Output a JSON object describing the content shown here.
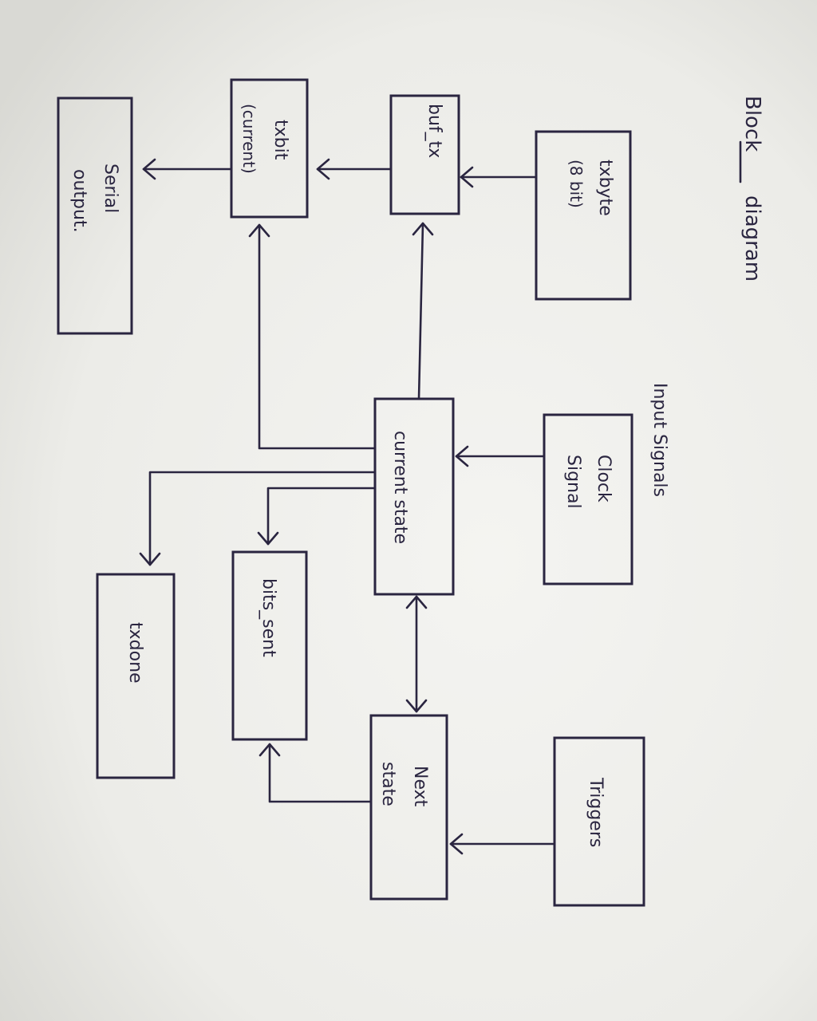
{
  "title": {
    "word1": "Block",
    "word2": "diagram"
  },
  "input_group_label": "Input Signals",
  "blocks": {
    "tx_byte": {
      "line1": "txbyte",
      "line2": "(8 bit)"
    },
    "buf_tx": {
      "line1": "buf_tx"
    },
    "tx_bit": {
      "line1": "txbit",
      "line2": "(current)"
    },
    "serial_output": {
      "line1": "Serial",
      "line2": "output."
    },
    "clock_signal": {
      "line1": "Clock",
      "line2": "Signal"
    },
    "current_state": {
      "line1": "current state"
    },
    "bits_sent": {
      "line1": "bits_sent"
    },
    "tx_done": {
      "line1": "txdone"
    },
    "triggers": {
      "line1": "Triggers"
    },
    "next_state": {
      "line1": "Next",
      "line2": "state"
    }
  },
  "colors": {
    "paper": "#f3f3f0",
    "ink": "#2a2540"
  }
}
